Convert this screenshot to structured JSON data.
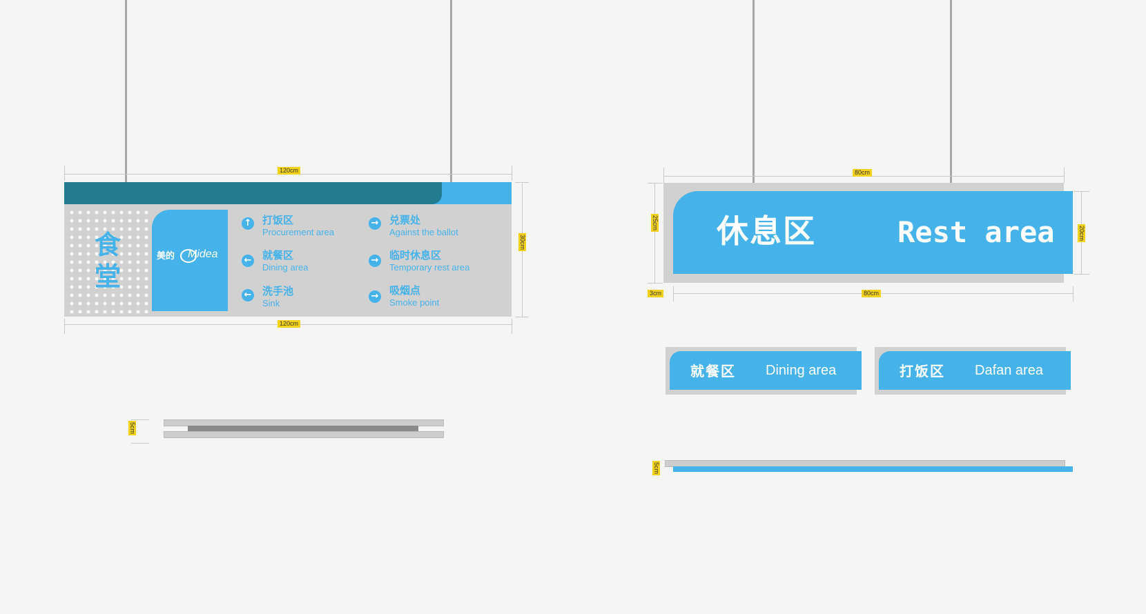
{
  "sign_canteen": {
    "width_label": "120cm",
    "height_label": "30cm",
    "title_char_1": "食",
    "title_char_2": "堂",
    "brand_cn": "美的",
    "brand_en": "Midea",
    "directions": [
      {
        "zh": "打饭区",
        "en": "Procurement area",
        "arrow": "↑"
      },
      {
        "zh": "就餐区",
        "en": "Dining area",
        "arrow": "←"
      },
      {
        "zh": "洗手池",
        "en": "Sink",
        "arrow": "←"
      },
      {
        "zh": "兑票处",
        "en": "Against the ballot",
        "arrow": "→"
      },
      {
        "zh": "临时休息区",
        "en": "Temporary rest area",
        "arrow": "→"
      },
      {
        "zh": "吸烟点",
        "en": "Smoke point",
        "arrow": "→"
      }
    ],
    "depth_label": "5cm"
  },
  "sign_rest": {
    "width_label": "80cm",
    "inner_width_label": "80cm",
    "height_label": "25cm",
    "inner_height_label": "20cm",
    "offset_label": "3cm",
    "title_zh": "休息区",
    "title_en": "Rest area",
    "depth_label": "5cm"
  },
  "small_signs": [
    {
      "zh": "就餐区",
      "en": "Dining area"
    },
    {
      "zh": "打饭区",
      "en": "Dafan area"
    }
  ],
  "colors": {
    "accent_blue": "#45b3e9",
    "teal": "#227b8f",
    "panel_grey": "#d1d1d2"
  }
}
